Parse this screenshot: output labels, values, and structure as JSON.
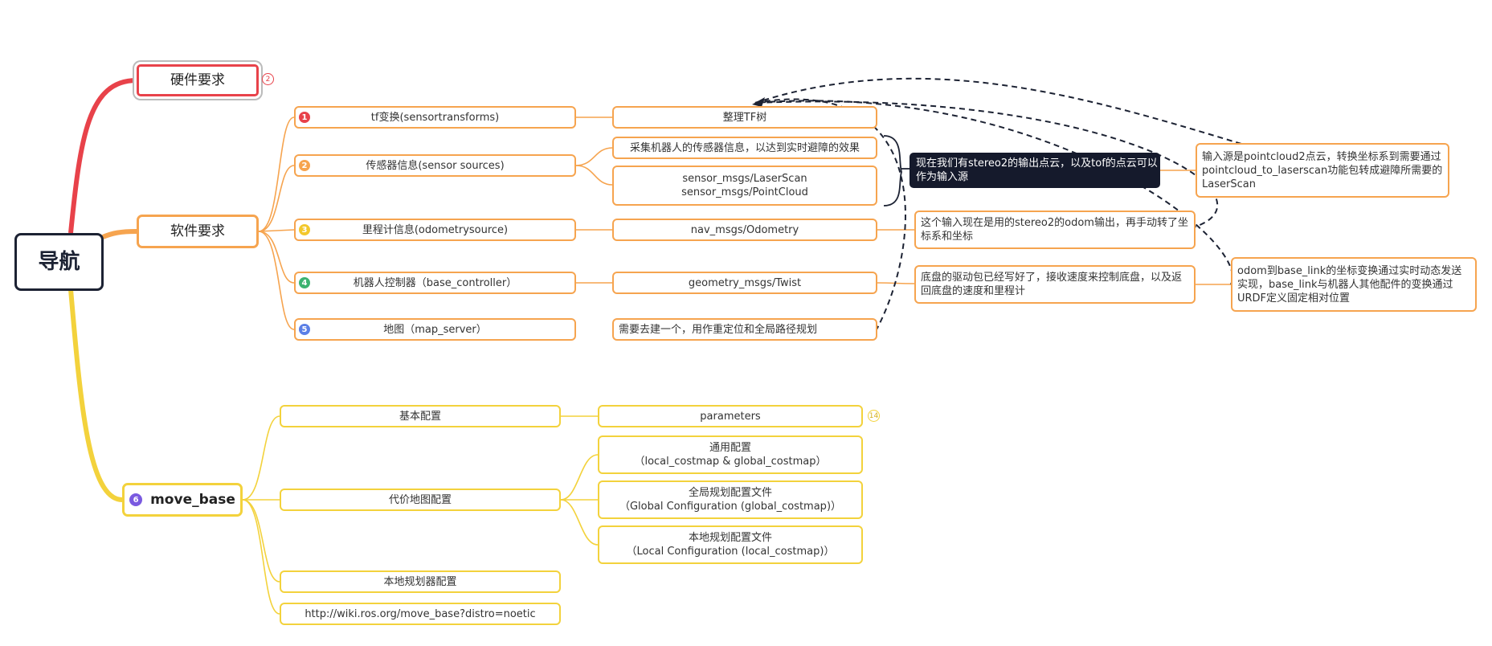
{
  "root": {
    "label": "导航"
  },
  "hardware": {
    "label": "硬件要求",
    "count": "2"
  },
  "software": {
    "label": "软件要求",
    "items": [
      {
        "num": "1",
        "label": "tf变换(sensortransforms)",
        "detail": [
          "整理TF树"
        ]
      },
      {
        "num": "2",
        "label": "传感器信息(sensor sources)",
        "detail": [
          "采集机器人的传感器信息，以达到实时避障的效果",
          "sensor_msgs/LaserScan",
          "sensor_msgs/PointCloud"
        ]
      },
      {
        "num": "3",
        "label": "里程计信息(odometrysource)",
        "detail": [
          "nav_msgs/Odometry"
        ]
      },
      {
        "num": "4",
        "label": "机器人控制器（base_controller）",
        "detail": [
          "geometry_msgs/Twist"
        ]
      },
      {
        "num": "5",
        "label": "地图（map_server）",
        "detail": [
          "需要去建一个，用作重定位和全局路径规划"
        ]
      }
    ],
    "notes": {
      "sensor_summary": "现在我们有stereo2的输出点云，以及tof的点云可以作为输入源",
      "sensor_source": "输入源是pointcloud2点云，转换坐标系到需要通过pointcloud_to_laserscan功能包转成避障所需要的LaserScan",
      "odometry": "这个输入现在是用的stereo2的odom输出，再手动转了坐标系和坐标",
      "controller": "底盘的驱动包已经写好了，接收速度来控制底盘，以及返回底盘的速度和里程计",
      "controller_tf": "odom到base_link的坐标变换通过实时动态发送实现，base_link与机器人其他配件的变换通过URDF定义固定相对位置"
    }
  },
  "move_base": {
    "num": "6",
    "label": "move_base",
    "items": [
      {
        "label": "基本配置",
        "detail": "parameters",
        "count": "14"
      },
      {
        "label": "代价地图配置"
      },
      {
        "label": "本地规划器配置"
      },
      {
        "label": "http://wiki.ros.org/move_base?distro=noetic"
      }
    ],
    "costmap": [
      {
        "line1": "通用配置",
        "line2": "（local_costmap & global_costmap）"
      },
      {
        "line1": "全局规划配置文件",
        "line2": "（Global Configuration (global_costmap)）"
      },
      {
        "line1": "本地规划配置文件",
        "line2": "（Local Configuration (local_costmap)）"
      }
    ]
  },
  "colors": {
    "root": "#1c2233",
    "hardware": "#e8424a",
    "software": "#f6a44f",
    "move_base": "#f3d23c",
    "num1": "#e8424a",
    "num2": "#f6a44f",
    "num3": "#f3c82c",
    "num4": "#3cb371",
    "num5": "#5b7fe6",
    "num6": "#7a5ae0"
  }
}
